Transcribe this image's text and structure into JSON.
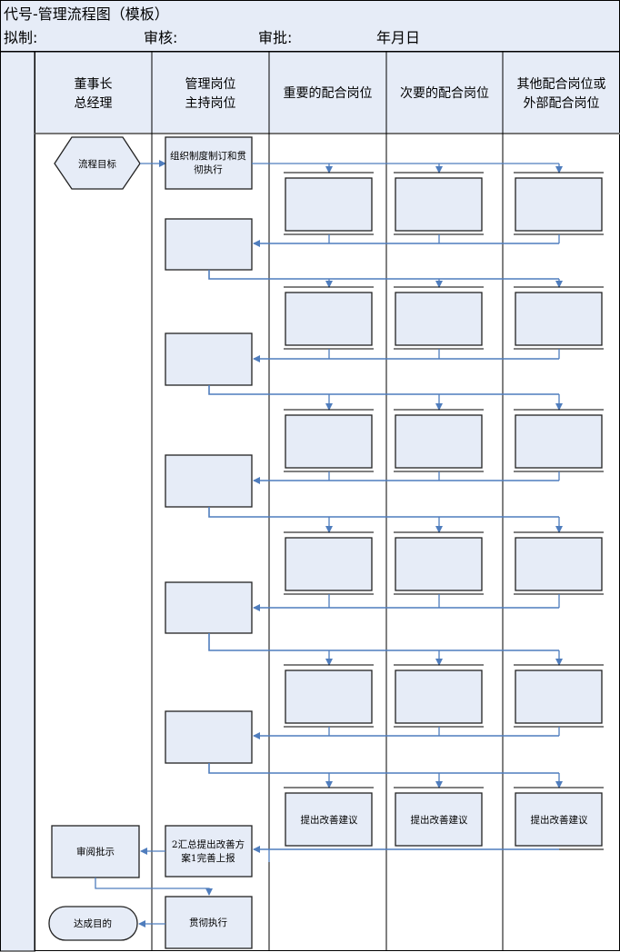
{
  "header": {
    "title": "代号-管理流程图（模板）",
    "drafted_label": "拟制:",
    "reviewed_label": "审核:",
    "approved_label": "审批:",
    "date_label": "年月日"
  },
  "columns": [
    {
      "line1": "董事长",
      "line2": "总经理"
    },
    {
      "line1": "管理岗位",
      "line2": "主持岗位"
    },
    {
      "line1": "重要的配合岗位",
      "line2": ""
    },
    {
      "line1": "次要的配合岗位",
      "line2": ""
    },
    {
      "line1": "其他配合岗位或",
      "line2": "外部配合岗位"
    }
  ],
  "nodes": {
    "goal": "流程目标",
    "organize": [
      "组织制度制订和贯",
      "彻执行"
    ],
    "suggest": "提出改善建议",
    "summary": [
      "2汇总提出改善方",
      "案1完善上报"
    ],
    "review": "审阅批示",
    "execute": "贯彻执行",
    "achieve": "达成目的"
  },
  "colors": {
    "fill": "#e6ecf7",
    "line": "#4f7dbd",
    "border": "#000000"
  }
}
